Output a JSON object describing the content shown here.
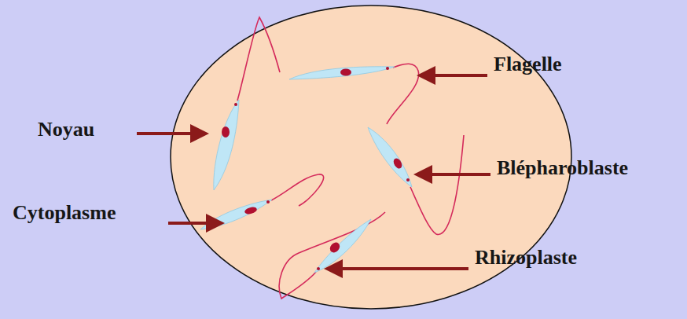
{
  "diagram": {
    "labels": [
      "Flagelle",
      "Noyau",
      "Blépharoblaste",
      "Cytoplasme",
      "Rhizoplaste"
    ]
  }
}
